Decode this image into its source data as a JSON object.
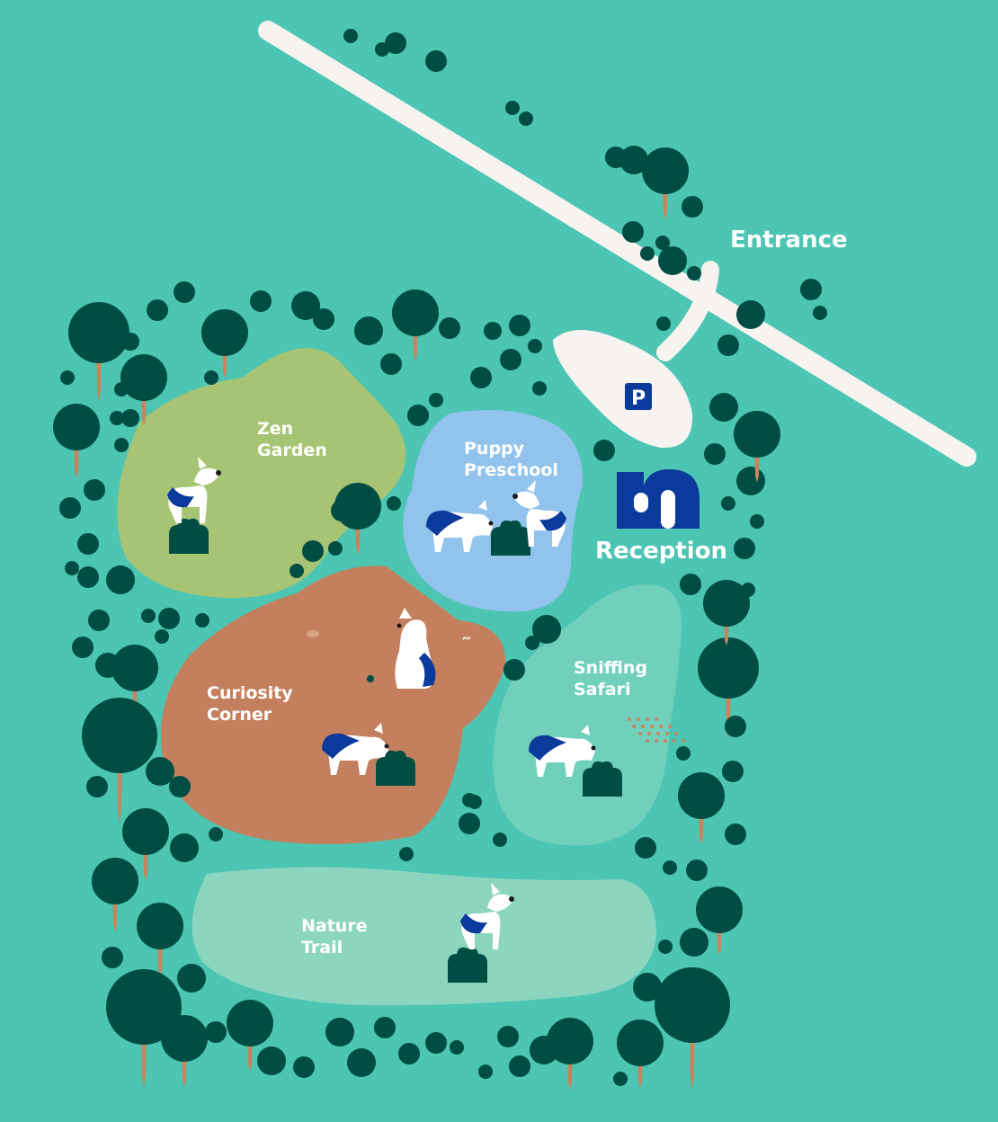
{
  "map": {
    "entrance_label": "Entrance",
    "reception_label": "Reception",
    "parking_label": "P",
    "areas": [
      {
        "id": "zen-garden",
        "lines": [
          "Zen",
          "Garden"
        ],
        "color": "#a7c474"
      },
      {
        "id": "puppy-preschool",
        "lines": [
          "Puppy",
          "Preschool"
        ],
        "color": "#92c3ec"
      },
      {
        "id": "curiosity-corner",
        "lines": [
          "Curiosity",
          "Corner"
        ],
        "color": "#c4805e"
      },
      {
        "id": "sniffing-safari",
        "lines": [
          "Sniffing",
          "Safari"
        ],
        "color": "#70d0bc"
      },
      {
        "id": "nature-trail",
        "lines": [
          "Nature",
          "Trail"
        ],
        "color": "#8cd5bf"
      }
    ],
    "colors": {
      "background": "#4cc5b2",
      "tree": "#004d43",
      "trunk": "#c7855d",
      "road": "#f7f3f0",
      "accent_blue": "#0a3a9b"
    }
  }
}
